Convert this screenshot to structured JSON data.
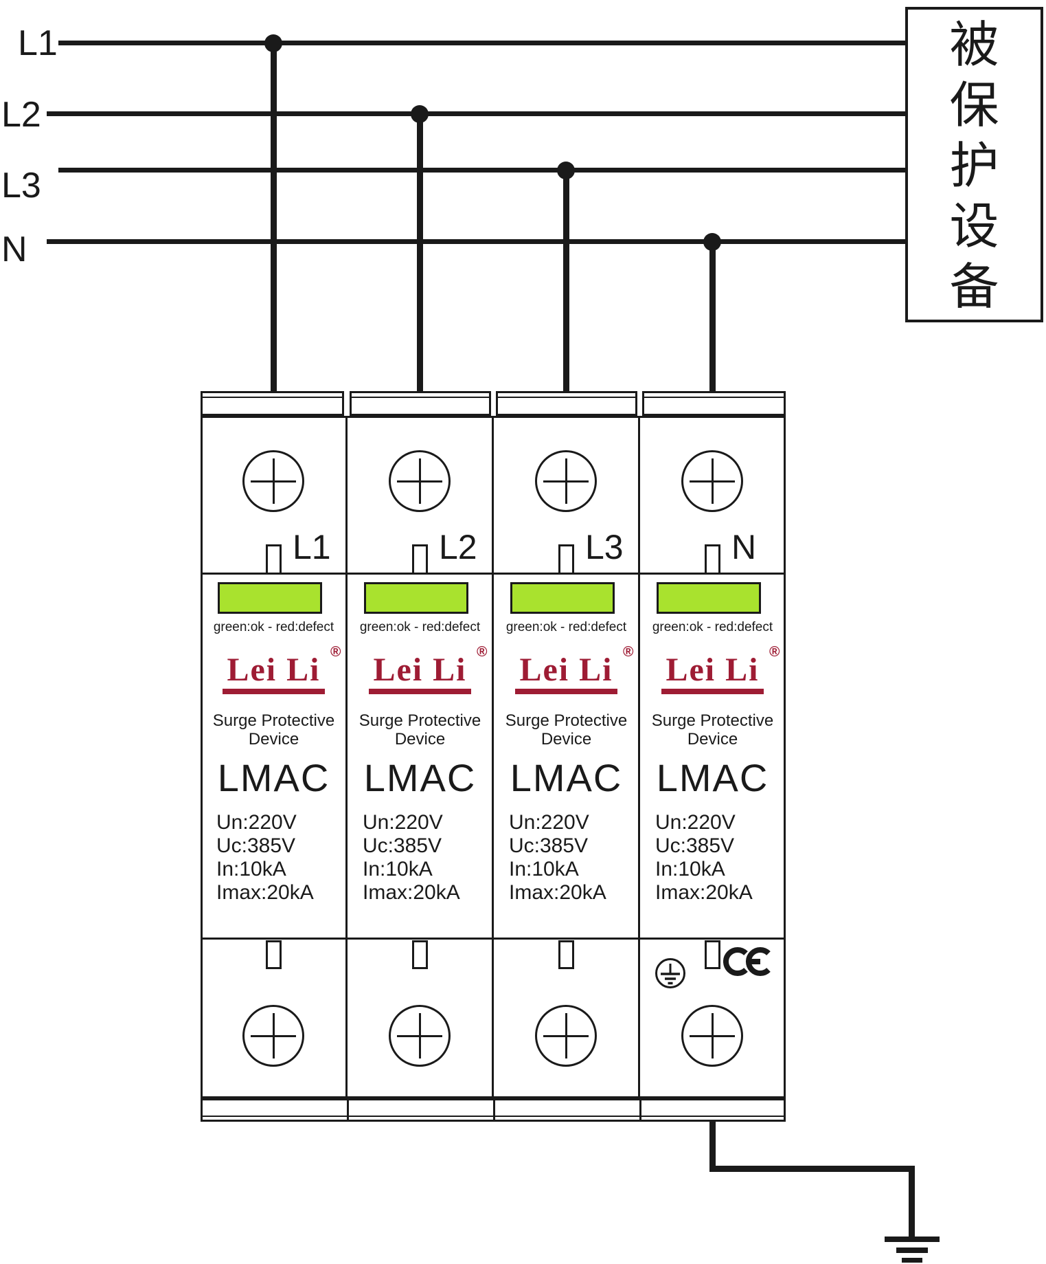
{
  "colors": {
    "ink": "#1a1a1a",
    "green": "#a9e22e",
    "brand-red": "#9e1c34"
  },
  "feed_lines": [
    {
      "label": "L1"
    },
    {
      "label": "L2"
    },
    {
      "label": "L3"
    },
    {
      "label": "N"
    }
  ],
  "protected_box": {
    "label": "被保护设备",
    "chars": [
      "被",
      "保",
      "护",
      "设",
      "备"
    ]
  },
  "spd": {
    "modules": [
      {
        "terminal": "L1"
      },
      {
        "terminal": "L2"
      },
      {
        "terminal": "L3"
      },
      {
        "terminal": "N"
      }
    ],
    "indicator_caption": "green:ok - red:defect",
    "indicator_state": "green",
    "brand": "Lei Li",
    "brand_reg": "®",
    "product_type": "Surge Protective Device",
    "model": "LMAC",
    "specs": [
      "Un:220V",
      "Uc:385V",
      "In:10kA",
      "Imax:20kA"
    ],
    "certification": "CE"
  }
}
